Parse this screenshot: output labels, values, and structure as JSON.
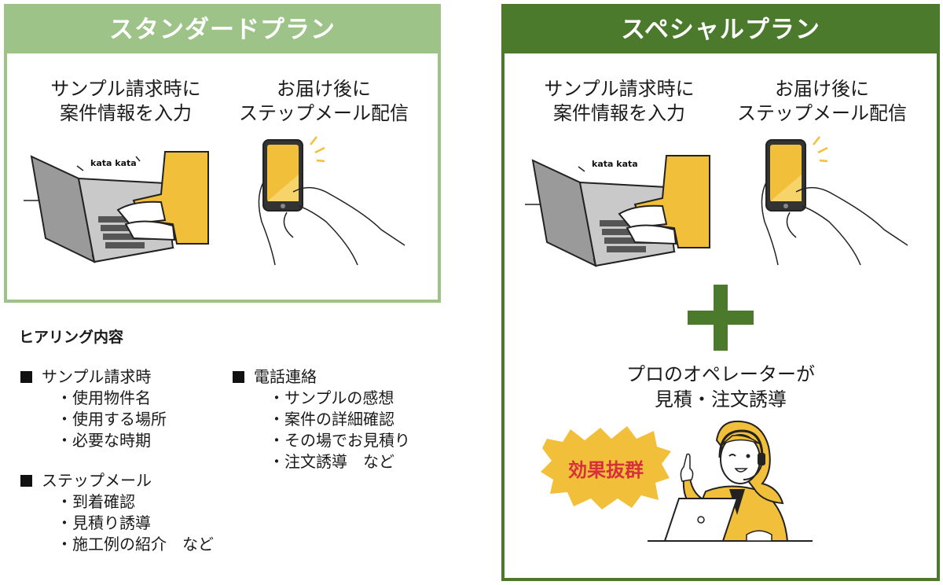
{
  "standard_plan": {
    "title": "スタンダードプラン",
    "step1": {
      "line1": "サンプル請求時に",
      "line2": "案件情報を入力"
    },
    "step2": {
      "line1": "お届け後に",
      "line2": "ステップメール配信"
    },
    "typing_sound": "kata kata"
  },
  "special_plan": {
    "title": "スペシャルプラン",
    "step1": {
      "line1": "サンプル請求時に",
      "line2": "案件情報を入力"
    },
    "step2": {
      "line1": "お届け後に",
      "line2": "ステップメール配信"
    },
    "typing_sound": "kata kata",
    "operator": {
      "line1": "プロのオペレーターが",
      "line2": "見積・注文誘導"
    },
    "badge": "効果抜群"
  },
  "hearing": {
    "title": "ヒアリング内容",
    "groups": [
      {
        "label": "サンプル請求時",
        "items": [
          "・使用物件名",
          "・使用する場所",
          "・必要な時期"
        ]
      },
      {
        "label": "ステップメール",
        "items": [
          "・到着確認",
          "・見積り誘導",
          "・施工例の紹介　など"
        ]
      },
      {
        "label": "電話連絡",
        "items": [
          "・サンプルの感想",
          "・案件の詳細確認",
          "・その場でお見積り",
          "・注文誘導　など"
        ]
      }
    ]
  },
  "colors": {
    "standard_green": "#9dc389",
    "special_green": "#4b7a2c",
    "accent_yellow": "#f2bf3a",
    "badge_red": "#d6303a"
  }
}
